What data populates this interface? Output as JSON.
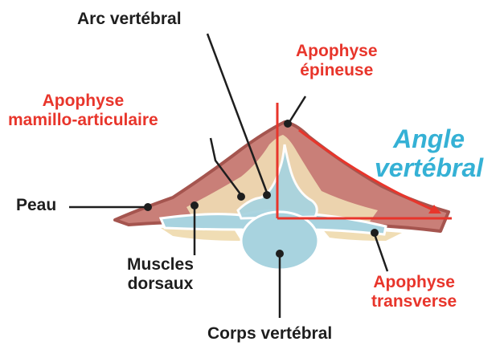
{
  "labels": {
    "arc_vertebral": "Arc vertébral",
    "apophyse_epineuse": [
      "Apophyse",
      "épineuse"
    ],
    "apophyse_mamillo": [
      "Apophyse",
      "mamillo-articulaire"
    ],
    "angle_vertebral": [
      "Angle",
      "vertébral"
    ],
    "peau": "Peau",
    "muscles_dorsaux": [
      "Muscles",
      "dorsaux"
    ],
    "apophyse_transverse": [
      "Apophyse",
      "transverse"
    ],
    "corps_vertebral": "Corps vertébral"
  },
  "colors": {
    "skin_fill": "#c97f78",
    "skin_edge": "#a5554f",
    "muscle_fill": "#f0ddb4",
    "bone_fill": "#a8d3df",
    "bone_edge": "#ffffff",
    "red_text": "#e8352b",
    "blue_text": "#35b1d5",
    "dark_text": "#1e1e1e",
    "angle_lines": "#e8352b"
  }
}
